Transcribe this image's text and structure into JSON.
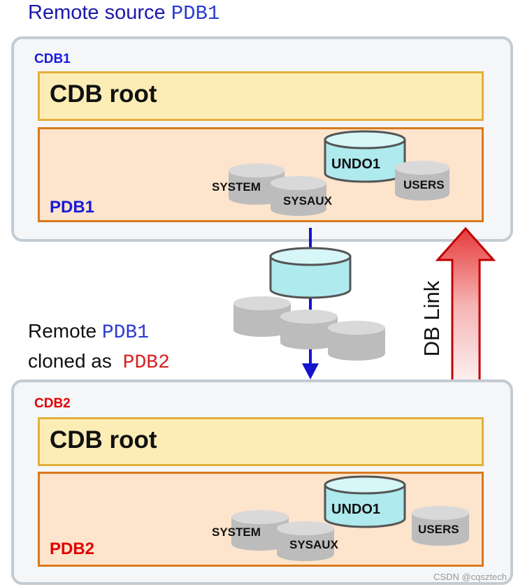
{
  "header": {
    "text": "Remote source",
    "pdb": "PDB1"
  },
  "cdb1": {
    "label": "CDB1",
    "root": "CDB root",
    "pdb_label": "PDB1",
    "tablespaces": {
      "system": "SYSTEM",
      "sysaux": "SYSAUX",
      "undo": "UNDO1",
      "users": "USERS"
    }
  },
  "middle": {
    "line1_text": "Remote",
    "line1_pdb": "PDB1",
    "line2_text": "cloned as",
    "line2_pdb": "PDB2",
    "link_label": "DB Link"
  },
  "cdb2": {
    "label": "CDB2",
    "root": "CDB root",
    "pdb_label": "PDB2",
    "tablespaces": {
      "system": "SYSTEM",
      "sysaux": "SYSAUX",
      "undo": "UNDO1",
      "users": "USERS"
    }
  },
  "watermark": "CSDN @cqsztech",
  "colors": {
    "cdb1": "#1a1ad8",
    "cdb2": "#e00000",
    "root_fill": "#fcedb6",
    "pdb_fill": "#fde4cc",
    "arrow": "#1414d0"
  }
}
